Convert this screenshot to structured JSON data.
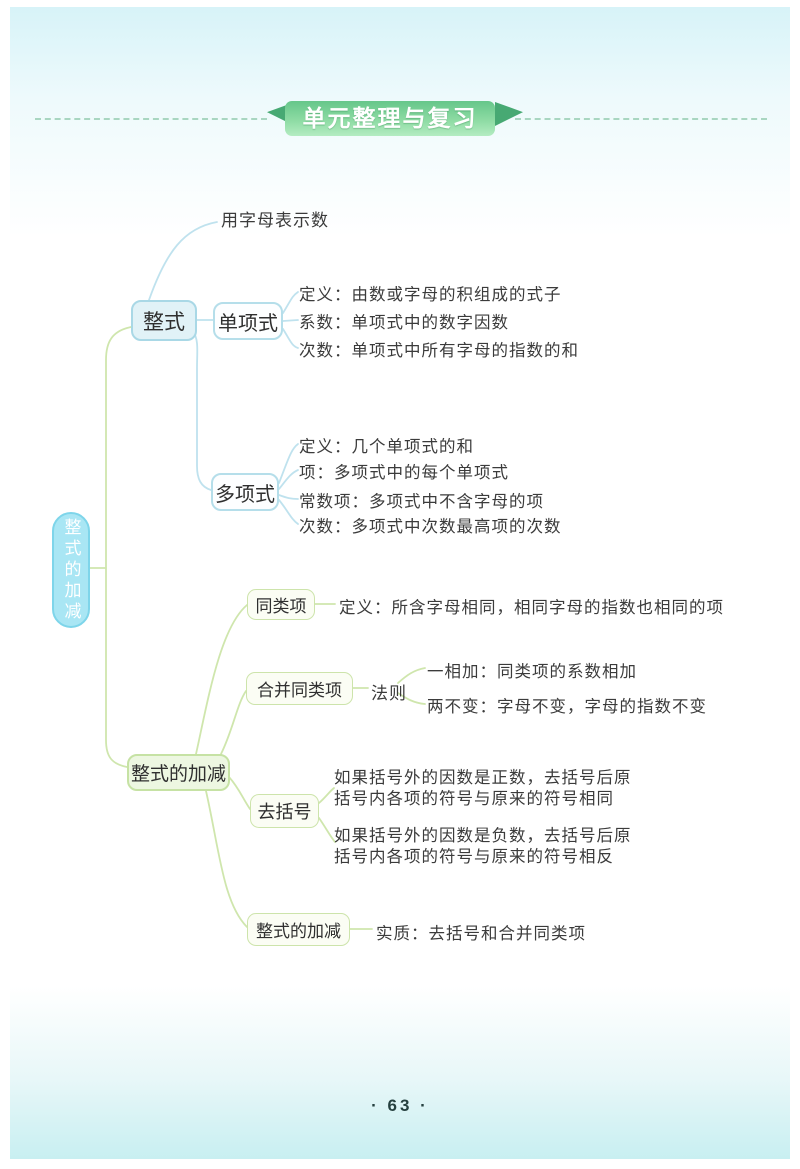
{
  "header": {
    "title": "单元整理与复习"
  },
  "footer": {
    "page_number": "· 63 ·"
  },
  "mindmap": {
    "root_label": "整式的加减",
    "integral": {
      "label": "整式",
      "note": "用字母表示数",
      "monomial": {
        "label": "单项式",
        "items": [
          "定义：由数或字母的积组成的式子",
          "系数：单项式中的数字因数",
          "次数：单项式中所有字母的指数的和"
        ]
      },
      "polynomial": {
        "label": "多项式",
        "items": [
          "定义：几个单项式的和",
          "项：多项式中的每个单项式",
          "常数项：多项式中不含字母的项",
          "次数：多项式中次数最高项的次数"
        ]
      }
    },
    "addsub": {
      "label": "整式的加减",
      "like_terms": {
        "label": "同类项",
        "definition": "定义：所含字母相同，相同字母的指数也相同的项"
      },
      "combine": {
        "label": "合并同类项",
        "rule_label": "法则",
        "rules": [
          "一相加：同类项的系数相加",
          "两不变：字母不变，字母的指数不变"
        ]
      },
      "remove_brackets": {
        "label": "去括号",
        "cases": [
          [
            "如果括号外的因数是正数，去括号后原",
            "括号内各项的符号与原来的符号相同"
          ],
          [
            "如果括号外的因数是负数，去括号后原",
            "括号内各项的符号与原来的符号相反"
          ]
        ]
      },
      "operation": {
        "label": "整式的加减",
        "essence": "实质：去括号和合并同类项"
      }
    }
  },
  "colors": {
    "ribbon_green": "#66c68a",
    "ribbon_fold": "#47a973",
    "dashed_line": "#a9d6c1",
    "blue_line": "#bfe2ee",
    "green_line": "#cfe6ad",
    "root_fill": "#a9e6f4",
    "root_border": "#7ed5ea",
    "blue_node_fill": "#e1f2f7",
    "blue_node_border": "#a9d8e6",
    "green_node_fill": "#edf7e1",
    "green_node_border": "#c6e2a4",
    "text": "#3b3b3b"
  }
}
